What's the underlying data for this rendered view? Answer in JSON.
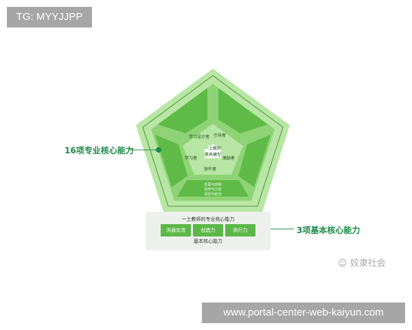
{
  "tag": "TG: MYYJJPP",
  "center_title": [
    "一土教师",
    "素养模型"
  ],
  "roles": [
    "学习设计者",
    "引导者",
    "激励者",
    "协作者",
    "学习者"
  ],
  "bottom_segment": [
    "反思与自我",
    "协作与分享",
    "责任与担当"
  ],
  "left_label": "16项专业核心能力",
  "right_label": "3项基本核心能力",
  "base": {
    "title": "一土教师的专业核心能力",
    "boxes": [
      "沟通交流",
      "创造力",
      "执行力"
    ],
    "footer": "基本核心能力"
  },
  "watermark": "奴隶社会",
  "url": "www.portal-center-web-kaiyun.com",
  "colors": {
    "outer": "#b8e6a4",
    "mid": "#8fd377",
    "segment": "#5fba47",
    "accent": "#1e8a4a"
  }
}
